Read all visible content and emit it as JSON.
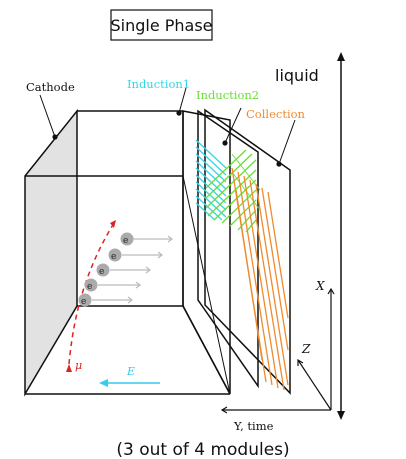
{
  "title": "Single Phase",
  "labels": {
    "cathode": "Cathode",
    "induction1": "Induction1",
    "induction2": "Induction2",
    "collection": "Collection",
    "liquid": "liquid",
    "axis_x": "X",
    "axis_z": "Z",
    "axis_y": "Y, time",
    "muon": "μ",
    "field": "E",
    "electron": "e"
  },
  "caption": "(3 out of 4 modules)",
  "colors": {
    "induction1": "#33d6e6",
    "induction2": "#66e033",
    "collection": "#f08a2e",
    "track": "#dd2222",
    "field": "#33ccee",
    "electron": "#aaaaaa",
    "outline": "#111111",
    "cathode_face": "#e2e2e2"
  }
}
